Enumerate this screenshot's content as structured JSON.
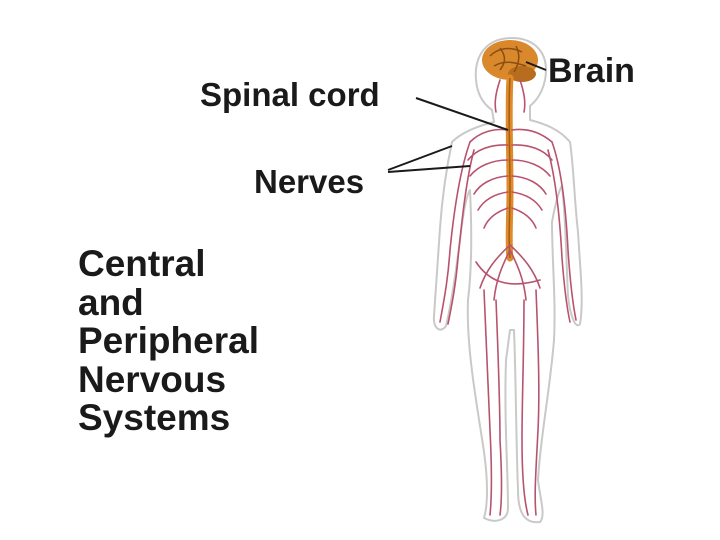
{
  "labels": {
    "brain": "Brain",
    "spinal_cord": "Spinal cord",
    "nerves": "Nerves"
  },
  "title_lines": [
    "Central",
    "and",
    "Peripheral",
    "Nervous",
    "Systems"
  ],
  "colors": {
    "nerve": "#b8536e",
    "spinal": "#e08a2a",
    "brain": "#d9892b",
    "outline": "#c9c9c9",
    "text": "#1a1a1a"
  }
}
